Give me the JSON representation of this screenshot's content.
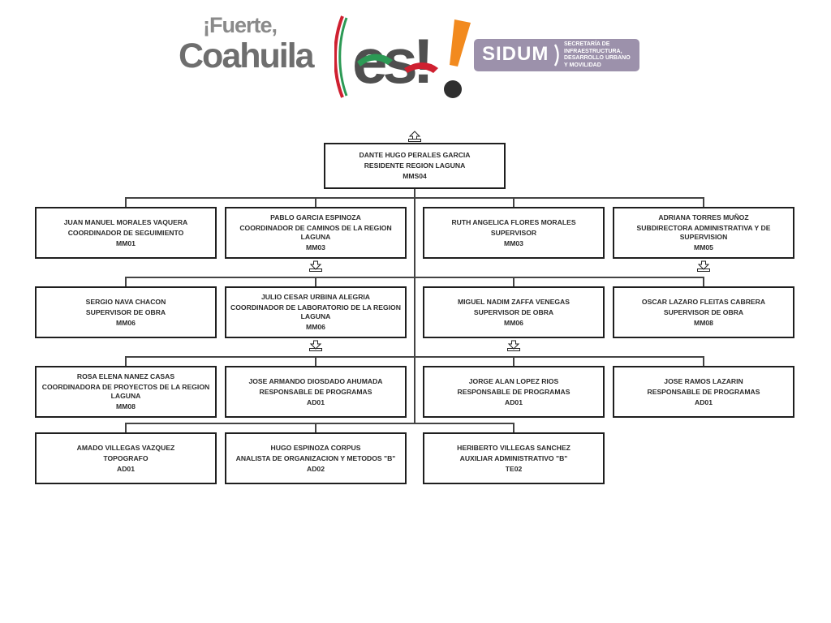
{
  "header": {
    "logo_line1": "¡Fuerte,",
    "logo_line2": "Coahuila",
    "logo_es": "es!",
    "sidum_name": "SIDUM",
    "sidum_desc": "SECRETARÍA DE\nINFRAESTRUCTURA,\nDESARROLLO URBANO\nY MOVILIDAD",
    "colors": {
      "gray": "#6e6e6e",
      "green": "#2c9a55",
      "red": "#cf2030",
      "orange": "#f28a1e",
      "lavender": "#9c91ab"
    }
  },
  "top": {
    "name": "DANTE HUGO PERALES GARCIA",
    "title": "RESIDENTE REGION LAGUNA",
    "code": "MMS04"
  },
  "level1": [
    {
      "name": "JUAN MANUEL MORALES VAQUERA",
      "title": "COORDINADOR DE SEGUIMIENTO",
      "code": "MM01"
    },
    {
      "name": "PABLO GARCIA ESPINOZA",
      "title": "COORDINADOR DE CAMINOS DE LA REGION LAGUNA",
      "code": "MM03"
    },
    {
      "name": "RUTH ANGELICA FLORES MORALES",
      "title": "SUPERVISOR",
      "code": "MM03"
    },
    {
      "name": "ADRIANA TORRES MUÑOZ",
      "title": "SUBDIRECTORA ADMINISTRATIVA Y DE SUPERVISION",
      "code": "MM05"
    }
  ],
  "level2": [
    {
      "name": "SERGIO NAVA CHACON",
      "title": "SUPERVISOR DE OBRA",
      "code": "MM06"
    },
    {
      "name": "JULIO CESAR URBINA ALEGRIA",
      "title": "COORDINADOR DE LABORATORIO DE LA REGION LAGUNA",
      "code": "MM06"
    },
    {
      "name": "MIGUEL NADIM ZAFFA VENEGAS",
      "title": "SUPERVISOR DE OBRA",
      "code": "MM06"
    },
    {
      "name": "OSCAR LAZARO FLEITAS CABRERA",
      "title": "SUPERVISOR DE OBRA",
      "code": "MM08"
    }
  ],
  "level3": [
    {
      "name": "ROSA ELENA NANEZ CASAS",
      "title": "COORDINADORA DE PROYECTOS DE LA REGION LAGUNA",
      "code": "MM08"
    },
    {
      "name": "JOSE ARMANDO DIOSDADO AHUMADA",
      "title": "RESPONSABLE DE PROGRAMAS",
      "code": "AD01"
    },
    {
      "name": "JORGE ALAN LOPEZ RIOS",
      "title": "RESPONSABLE DE PROGRAMAS",
      "code": "AD01"
    },
    {
      "name": "JOSE RAMOS LAZARIN",
      "title": "RESPONSABLE DE PROGRAMAS",
      "code": "AD01"
    }
  ],
  "level4": [
    {
      "name": "AMADO VILLEGAS VAZQUEZ",
      "title": "TOPOGRAFO",
      "code": "AD01"
    },
    {
      "name": "HUGO ESPINOZA CORPUS",
      "title": "ANALISTA DE ORGANIZACION Y METODOS \"B\"",
      "code": "AD02"
    },
    {
      "name": "HERIBERTO VILLEGAS SANCHEZ",
      "title": "AUXILIAR ADMINISTRATIVO \"B\"",
      "code": "TE02"
    }
  ],
  "icons": {
    "expand_up": "expand-up-icon",
    "expand_down": "expand-down-icon"
  }
}
